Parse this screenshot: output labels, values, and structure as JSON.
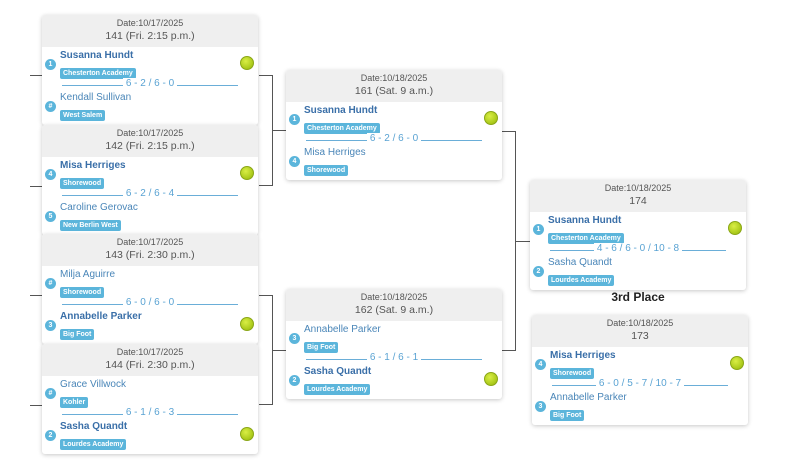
{
  "matches": [
    {
      "date": "Date:10/17/2025",
      "match": "141 (Fri. 2:15 p.m.)",
      "score": "6 - 2 / 6 - 0",
      "p1": {
        "seed": "1",
        "name": "Susanna Hundt",
        "school": "Chesterton Academy",
        "winner": true
      },
      "p2": {
        "seed": "#",
        "name": "Kendall Sullivan",
        "school": "West Salem",
        "winner": false
      }
    },
    {
      "date": "Date:10/17/2025",
      "match": "142 (Fri. 2:15 p.m.)",
      "score": "6 - 2 / 6 - 4",
      "p1": {
        "seed": "4",
        "name": "Misa Herriges",
        "school": "Shorewood",
        "winner": true
      },
      "p2": {
        "seed": "5",
        "name": "Caroline Gerovac",
        "school": "New Berlin West",
        "winner": false
      }
    },
    {
      "date": "Date:10/17/2025",
      "match": "143 (Fri. 2:30 p.m.)",
      "score": "6 - 0 / 6 - 0",
      "p1": {
        "seed": "#",
        "name": "Milja Aguirre",
        "school": "Shorewood",
        "winner": false
      },
      "p2": {
        "seed": "3",
        "name": "Annabelle Parker",
        "school": "Big Foot",
        "winner": true
      }
    },
    {
      "date": "Date:10/17/2025",
      "match": "144 (Fri. 2:30 p.m.)",
      "score": "6 - 1 / 6 - 3",
      "p1": {
        "seed": "#",
        "name": "Grace Villwock",
        "school": "Kohler",
        "winner": false
      },
      "p2": {
        "seed": "2",
        "name": "Sasha Quandt",
        "school": "Lourdes Academy",
        "winner": true
      }
    },
    {
      "date": "Date:10/18/2025",
      "match": "161 (Sat. 9 a.m.)",
      "score": "6 - 2 / 6 - 0",
      "p1": {
        "seed": "1",
        "name": "Susanna Hundt",
        "school": "Chesterton Academy",
        "winner": true
      },
      "p2": {
        "seed": "4",
        "name": "Misa Herriges",
        "school": "Shorewood",
        "winner": false
      }
    },
    {
      "date": "Date:10/18/2025",
      "match": "162 (Sat. 9 a.m.)",
      "score": "6 - 1 / 6 - 1",
      "p1": {
        "seed": "3",
        "name": "Annabelle Parker",
        "school": "Big Foot",
        "winner": false
      },
      "p2": {
        "seed": "2",
        "name": "Sasha Quandt",
        "school": "Lourdes Academy",
        "winner": true
      }
    },
    {
      "date": "Date:10/18/2025",
      "match": "174",
      "score": "4 - 6 / 6 - 0 / 10 - 8",
      "p1": {
        "seed": "1",
        "name": "Susanna Hundt",
        "school": "Chesterton Academy",
        "winner": true
      },
      "p2": {
        "seed": "2",
        "name": "Sasha Quandt",
        "school": "Lourdes Academy",
        "winner": false
      }
    },
    {
      "date": "Date:10/18/2025",
      "match": "173",
      "score": "6 - 0 / 5 - 7 / 10 - 7",
      "p1": {
        "seed": "4",
        "name": "Misa Herriges",
        "school": "Shorewood",
        "winner": true
      },
      "p2": {
        "seed": "3",
        "name": "Annabelle Parker",
        "school": "Big Foot",
        "winner": false
      }
    }
  ],
  "third_place_title": "3rd Place",
  "colors": {
    "accent": "#5bb5db",
    "winner_name": "#3a6fa8",
    "ball": "#c4dd2a"
  }
}
